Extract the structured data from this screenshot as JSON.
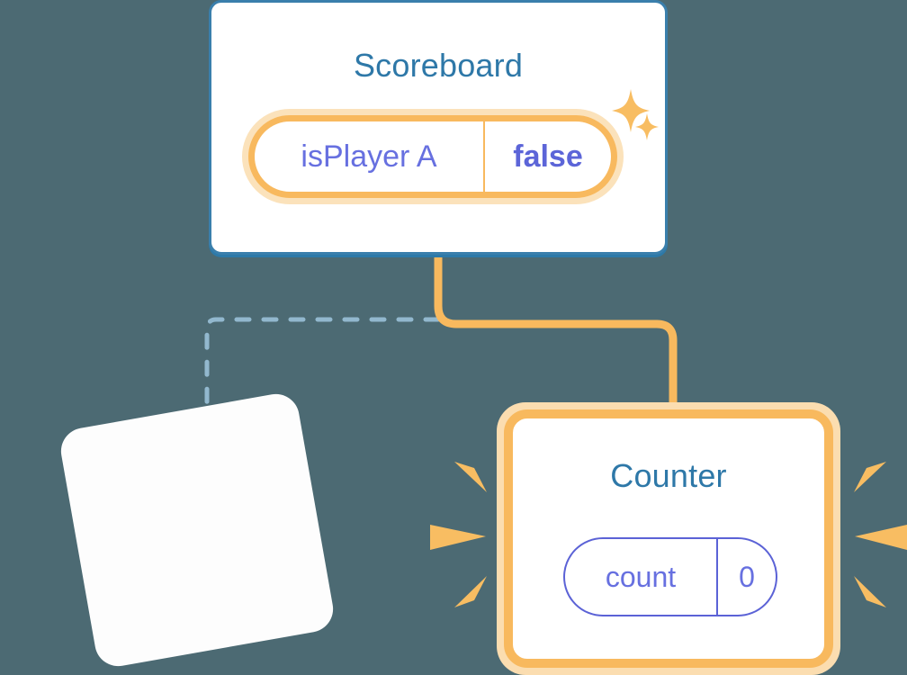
{
  "diagram": {
    "background_color": "#4c6a73",
    "accent_orange": "#f8b95e",
    "accent_orange_light": "#fbddb0",
    "accent_blue": "#3a7fac",
    "accent_purple": "#5c65d8",
    "dashed_line_color": "#92b8ce"
  },
  "scoreboard": {
    "title": "Scoreboard",
    "prop": {
      "key": "isPlayer A",
      "value": "false"
    },
    "highlighted": true
  },
  "counter": {
    "title": "Counter",
    "prop": {
      "key": "count",
      "value": "0"
    },
    "highlighted": true
  },
  "blank_card": {
    "title": "",
    "rotation_deg": -10,
    "highlighted": true
  },
  "connectors": [
    {
      "name": "scoreboard-to-counter",
      "style": "solid",
      "color": "#f8b95e"
    },
    {
      "name": "scoreboard-to-blank-card",
      "style": "dashed",
      "color": "#92b8ce"
    }
  ],
  "decorations": {
    "sparkles": 2,
    "burst_rays_left_card": 9,
    "burst_rays_counter_left": 3,
    "burst_rays_counter_right": 3
  }
}
